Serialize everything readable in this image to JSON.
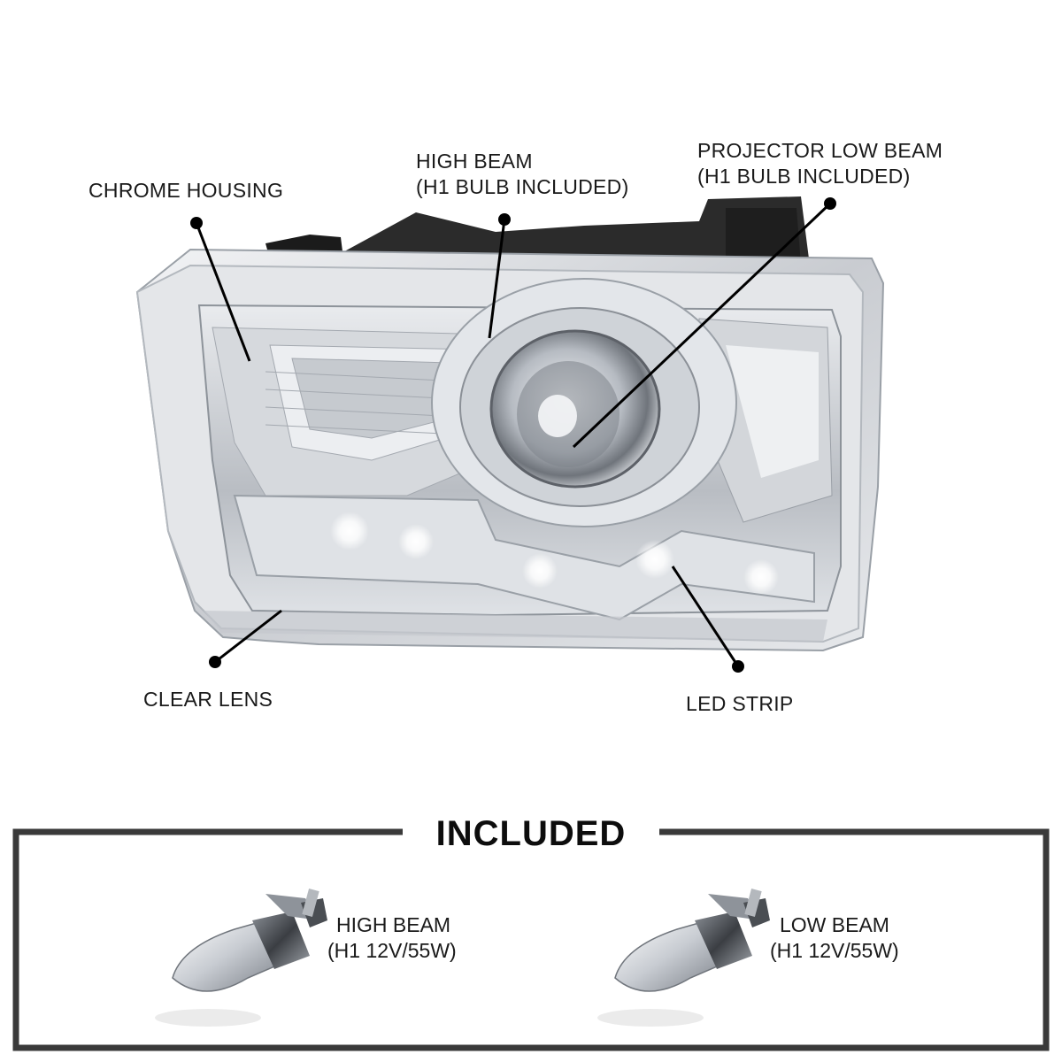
{
  "callouts": {
    "chrome_housing": "CHROME HOUSING",
    "high_beam_line1": "HIGH BEAM",
    "high_beam_line2": "(H1 BULB INCLUDED)",
    "projector_line1": "PROJECTOR LOW BEAM",
    "projector_line2": "(H1 BULB INCLUDED)",
    "clear_lens": "CLEAR LENS",
    "led_strip": "LED STRIP"
  },
  "included": {
    "title": "INCLUDED",
    "items": [
      {
        "line1": "HIGH BEAM",
        "line2": "(H1 12V/55W)"
      },
      {
        "line1": "LOW BEAM",
        "line2": "(H1 12V/55W)"
      }
    ]
  },
  "colors": {
    "frame": "#3a3a3a",
    "callout_line": "#000000",
    "chrome": "#d9dce0",
    "housing_dark": "#2b2b2b"
  }
}
